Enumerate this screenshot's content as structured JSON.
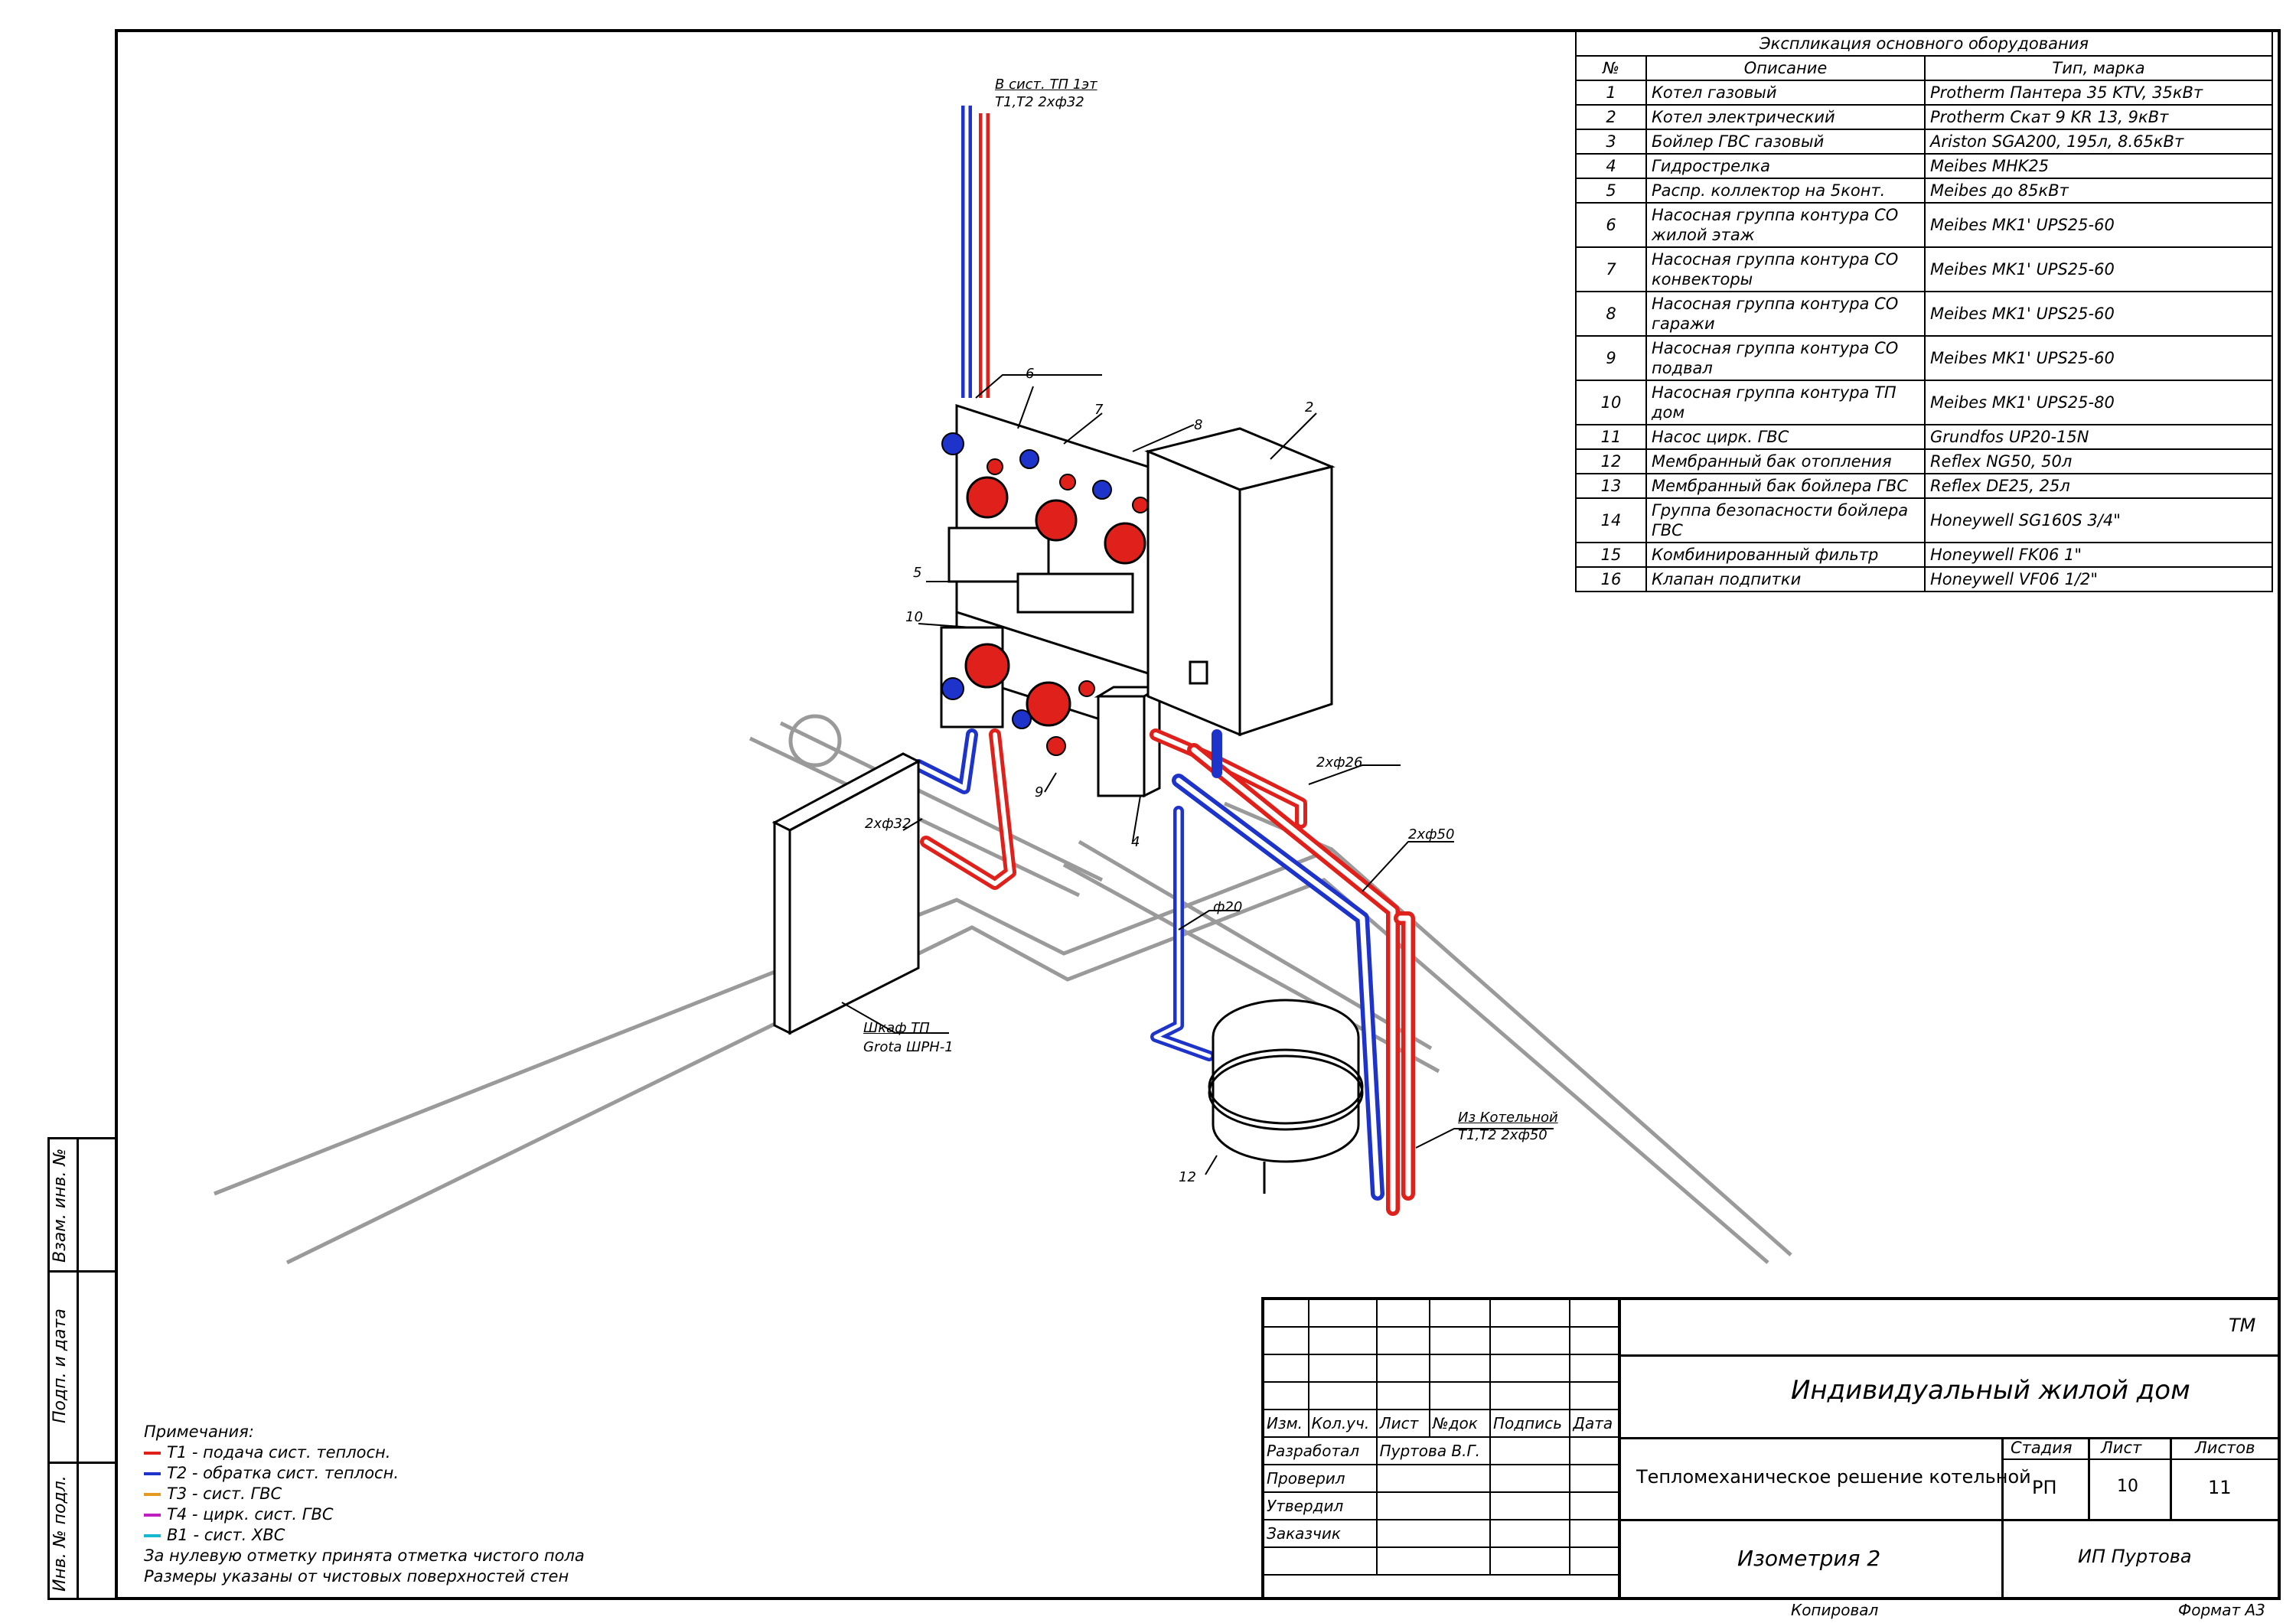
{
  "spec_table": {
    "title": "Экспликация основного оборудования",
    "headers": [
      "№",
      "Описание",
      "Тип, марка"
    ],
    "rows": [
      {
        "n": "1",
        "desc": "Котел газовый",
        "type": "Protherm Пантера 35 KTV, 35кВт"
      },
      {
        "n": "2",
        "desc": "Котел электрический",
        "type": "Protherm Скат 9 KR 13, 9кВт"
      },
      {
        "n": "3",
        "desc": "Бойлер ГВС газовый",
        "type": "Ariston SGA200, 195л, 8.65кВт"
      },
      {
        "n": "4",
        "desc": "Гидрострелка",
        "type": "Meibes MHK25"
      },
      {
        "n": "5",
        "desc": "Распр. коллектор на 5конт.",
        "type": "Meibes до 85кВт"
      },
      {
        "n": "6",
        "desc": "Насосная группа контура СО жилой этаж",
        "type": "Meibes MK1' UPS25-60"
      },
      {
        "n": "7",
        "desc": "Насосная группа контура СО конвекторы",
        "type": "Meibes MK1' UPS25-60"
      },
      {
        "n": "8",
        "desc": "Насосная группа контура СО гаражи",
        "type": "Meibes MK1' UPS25-60"
      },
      {
        "n": "9",
        "desc": "Насосная группа контура СО подвал",
        "type": "Meibes MK1' UPS25-60"
      },
      {
        "n": "10",
        "desc": "Насосная группа контура ТП дом",
        "type": "Meibes MK1' UPS25-80"
      },
      {
        "n": "11",
        "desc": "Насос цирк. ГВС",
        "type": "Grundfos UP20-15N"
      },
      {
        "n": "12",
        "desc": "Мембранный бак отопления",
        "type": "Reflex NG50, 50л"
      },
      {
        "n": "13",
        "desc": "Мембранный бак бойлера ГВС",
        "type": "Reflex DE25, 25л"
      },
      {
        "n": "14",
        "desc": "Группа безопасности бойлера ГВС",
        "type": "Honeywell SG160S 3/4\""
      },
      {
        "n": "15",
        "desc": "Комбинированный фильтр",
        "type": "Honeywell FK06 1\""
      },
      {
        "n": "16",
        "desc": "Клапан подпитки",
        "type": "Honeywell VF06 1/2\""
      }
    ]
  },
  "drawing": {
    "label_top_line1": "В сист. ТП 1эт",
    "label_top_line2": "Т1,Т2 2хф32",
    "label_bottom_line1": "Из Котельной",
    "label_bottom_line2": "Т1,Т2 2хф50",
    "label_cabinet_line1": "Шкаф ТП",
    "label_cabinet_line2": "Grota ШРН-1",
    "dim_2x32": "2хф32",
    "dim_2x26": "2хф26",
    "dim_2x50": "2хф50",
    "dim_20": "ф20",
    "pos_2": "2",
    "pos_4": "4",
    "pos_5": "5",
    "pos_6": "6",
    "pos_7": "7",
    "pos_8": "8",
    "pos_9": "9",
    "pos_10": "10",
    "pos_12": "12",
    "colors": {
      "supply": "#e0211b",
      "return": "#1d33c9",
      "gray": "#9a9a9a"
    }
  },
  "notes": {
    "title": "Примечания:",
    "legend": [
      {
        "text": "Т1 - подача сист. теплосн.",
        "color": "#e0211b"
      },
      {
        "text": "Т2 - обратка сист. теплосн.",
        "color": "#1d33c9"
      },
      {
        "text": "Т3 - сист. ГВС",
        "color": "#e59a1f"
      },
      {
        "text": "Т4 - цирк. сист. ГВС",
        "color": "#c020c0"
      },
      {
        "text": "В1 - сист. ХВС",
        "color": "#18b8d0"
      }
    ],
    "line6": "За нулевую отметку принята отметка чистого пола",
    "line7": "Размеры указаны от чистовых поверхностей стен"
  },
  "side_stamps": [
    "Взам. инв. №",
    "Подп. и дата",
    "Инв. № подл."
  ],
  "title_block": {
    "col_heads": [
      "Изм.",
      "Кол.уч.",
      "Лист",
      "№док",
      "Подпись",
      "Дата"
    ],
    "roles": [
      "Разработал",
      "Проверил",
      "Утвердил",
      "Заказчик"
    ],
    "developer": "Пуртова В.Г.",
    "code": "ТМ",
    "project": "Индивидуальный жилой дом",
    "sheet_title": "Тепломеханическое решение котельной",
    "view_title": "Изометрия 2",
    "stage_head": "Стадия",
    "sheet_head": "Лист",
    "sheets_head": "Листов",
    "stage": "РП",
    "sheet": "10",
    "sheets": "11",
    "org": "ИП Пуртова"
  },
  "footer": {
    "copied": "Копировал",
    "format": "Формат А3"
  }
}
